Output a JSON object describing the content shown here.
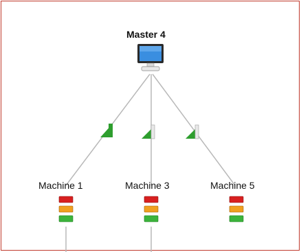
{
  "master": {
    "label": "Master 4",
    "icon": "computer-monitor-icon"
  },
  "links": [
    {
      "target": "Machine 1",
      "signal_bars_filled": 3,
      "signal_bars_total": 3,
      "color": "#2e9e2e"
    },
    {
      "target": "Machine 3",
      "signal_bars_filled": 2,
      "signal_bars_total": 3,
      "color": "#2e9e2e"
    },
    {
      "target": "Machine 5",
      "signal_bars_filled": 2,
      "signal_bars_total": 3,
      "color": "#2e9e2e"
    }
  ],
  "machines": [
    {
      "label": "Machine 1",
      "icon": "stacklight-icon"
    },
    {
      "label": "Machine 3",
      "icon": "stacklight-icon"
    },
    {
      "label": "Machine 5",
      "icon": "stacklight-icon"
    }
  ],
  "stacklight_colors": {
    "red": "#d82020",
    "amber": "#f0a020",
    "green": "#3cb43c"
  },
  "frame_border_color": "#c0392b"
}
